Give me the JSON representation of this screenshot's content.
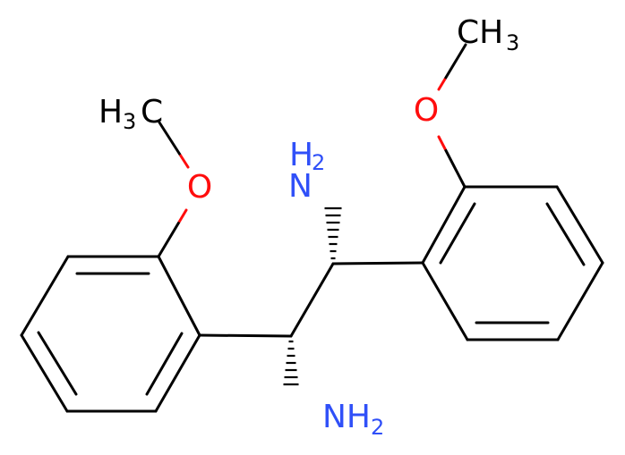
{
  "molecule": {
    "atoms": {
      "o_left": "O",
      "o_right": "O",
      "n_top": "N",
      "n_top_h": "H",
      "n_top_sub": "2",
      "n_bottom": "NH",
      "n_bottom_sub": "2",
      "me_left_main": "H",
      "me_left_sub": "3",
      "me_left_c": "C",
      "me_right_main": "CH",
      "me_right_sub": "3"
    },
    "colors": {
      "bond": "#000000",
      "oxygen": "#ff0d0d",
      "nitrogen": "#3050f8"
    }
  }
}
